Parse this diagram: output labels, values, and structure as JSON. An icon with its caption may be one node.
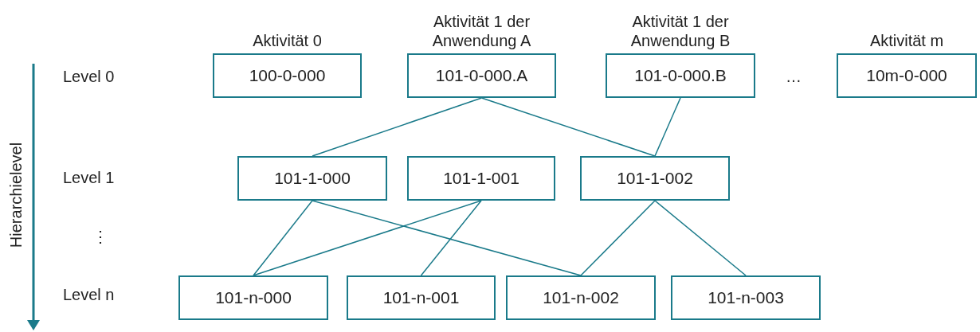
{
  "diagram": {
    "nodes": [
      {
        "text": [
          "Aktivität 0",
          "100-0-000"
        ]
      },
      {
        "text": [
          "Aktivität 1 der Anwendung A",
          "101-0-000.A"
        ]
      },
      {
        "text": [
          "Aktivität 1 der Anwendung B",
          "101-0-000.B"
        ]
      },
      {
        "text": [
          "Aktivität m",
          "10m-0-000"
        ]
      },
      {
        "text": [
          "101-1-000"
        ]
      },
      {
        "text": [
          "101-1-001"
        ]
      },
      {
        "text": [
          "101-1-002"
        ]
      },
      {
        "text": [
          "101-n-000"
        ]
      },
      {
        "text": [
          "101-n-001"
        ]
      },
      {
        "text": [
          "101-n-002"
        ]
      },
      {
        "text": [
          "101-n-003"
        ]
      }
    ],
    "edges": [
      {
        "from": 1,
        "to": 4,
        "arrow": "none"
      },
      {
        "from": 1,
        "to": 6,
        "arrow": "none"
      },
      {
        "from": 2,
        "to": 6,
        "arrow": "none"
      },
      {
        "from": 4,
        "to": 7,
        "arrow": "none"
      },
      {
        "from": 4,
        "to": 9,
        "arrow": "none"
      },
      {
        "from": 5,
        "to": 7,
        "arrow": "none"
      },
      {
        "from": 5,
        "to": 8,
        "arrow": "none"
      },
      {
        "from": 6,
        "to": 9,
        "arrow": "none"
      },
      {
        "from": 6,
        "to": 10,
        "arrow": "none"
      }
    ],
    "labels": [
      "Hierarchielevel",
      "Level 0",
      "Level 1",
      "⋮",
      "Level n",
      "…"
    ]
  }
}
